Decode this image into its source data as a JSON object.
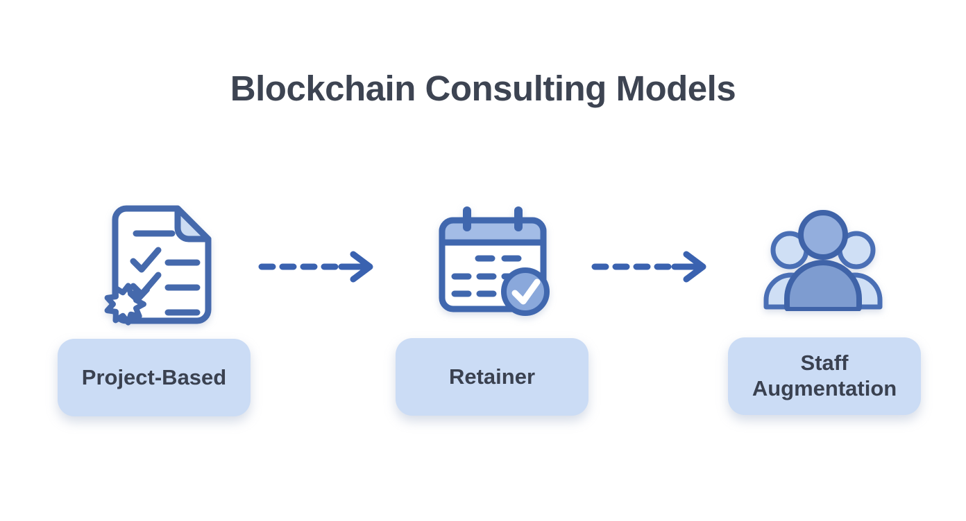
{
  "title": "Blockchain Consulting Models",
  "nodes": [
    {
      "id": "project-based",
      "label": "Project-Based",
      "icon": "checklist-document-icon"
    },
    {
      "id": "retainer",
      "label": "Retainer",
      "icon": "calendar-check-icon"
    },
    {
      "id": "staff-augmentation",
      "label": "Staff Augmentation",
      "icon": "team-icon"
    }
  ],
  "connectors": [
    {
      "from": "project-based",
      "to": "retainer",
      "style": "dashed-arrow"
    },
    {
      "from": "retainer",
      "to": "staff-augmentation",
      "style": "dashed-arrow"
    }
  ],
  "colors": {
    "background": "#ffffff",
    "title_text": "#3d4452",
    "icon_stroke": "#4569ac",
    "icon_fill_light": "#cfdff5",
    "icon_fill_medium": "#8fabdc",
    "icon_fill_dark": "#7e9cd0",
    "calendar_header": "#a3bce6",
    "arrow": "#3a62b0",
    "label_box_fill": "#cbdcf5",
    "label_text": "#3a4150"
  }
}
